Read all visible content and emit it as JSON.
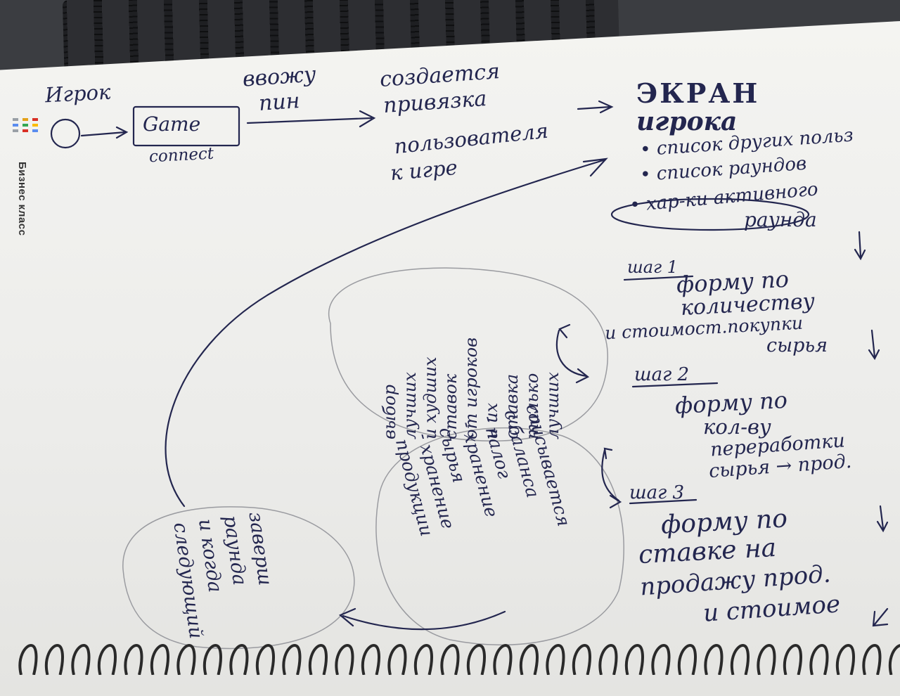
{
  "brand": {
    "name": "Бизнес класс",
    "dot_colors": [
      "#9aa0a6",
      "#e3a21a",
      "#d93025",
      "#5b8def",
      "#34a853",
      "#fbbc04",
      "#9aa0a6",
      "#d93025",
      "#5b8def"
    ]
  },
  "header": {
    "player_label": "Игрок",
    "game_connect_box": "Game",
    "game_connect_caption": "connect",
    "enter_pin_line1": "ввожу",
    "enter_pin_line2": "пин",
    "binding_line1": "создается",
    "binding_line2": "привязка",
    "binding_line3": "пользователя",
    "binding_line4": "к игре"
  },
  "player_screen": {
    "title_line1": "ЭКРАН",
    "title_line2": "игрока",
    "items": [
      "• список других польз",
      "• список раундов",
      "• хар-ки активного",
      "раунда"
    ]
  },
  "steps": [
    {
      "label": "шаг 1",
      "lines": [
        "форму по",
        "количеству",
        "и стоимост.покупки",
        "сырья"
      ]
    },
    {
      "label": "шаг 2",
      "lines": [
        "форму по",
        "кол-ву",
        "переработки",
        "сырья → прод."
      ]
    },
    {
      "label": "шаг 3",
      "lines": [
        "форму по",
        "ставке на",
        "продажу прод.",
        "и стоимое"
      ]
    }
  ],
  "bubbles": {
    "choice": [
      "выбор",
      "лучших",
      "и худших",
      "ставок",
      "от игроков",
      "и их",
      "ставка",
      "только",
      "лучших"
    ],
    "balance": [
      "списывается",
      "с баланса",
      "- налог",
      "- хранение",
      "сырья",
      "- хранение",
      "продукции"
    ],
    "round_end": [
      "заверш",
      "раунда",
      "и когда",
      "следующий"
    ]
  }
}
